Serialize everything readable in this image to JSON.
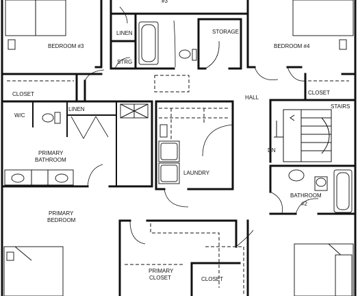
{
  "labels": {
    "bedroom3": "BEDROOM #3",
    "bedroom4": "BEDROOM #4",
    "top_partial": "#3",
    "linen_top": "LINEN",
    "strg": "STRG",
    "storage": "STORAGE",
    "closet_left": "CLOSET",
    "closet_right": "CLOSET",
    "hall": "HALL",
    "stairs": "STAIRS",
    "wc": "W/C",
    "linen_bath": "LINEN",
    "primary_bath_1": "PRIMARY",
    "primary_bath_2": "BATHROOM",
    "laundry": "LAUNDRY",
    "dn": "DN",
    "bathroom2_1": "BATHROOM",
    "bathroom2_2": "#2",
    "primary_bed_1": "PRIMARY",
    "primary_bed_2": "BEDROOM",
    "primary_closet_1": "PRIMARY",
    "primary_closet_2": "CLOSET",
    "closet_bottom": "CLOSET"
  }
}
